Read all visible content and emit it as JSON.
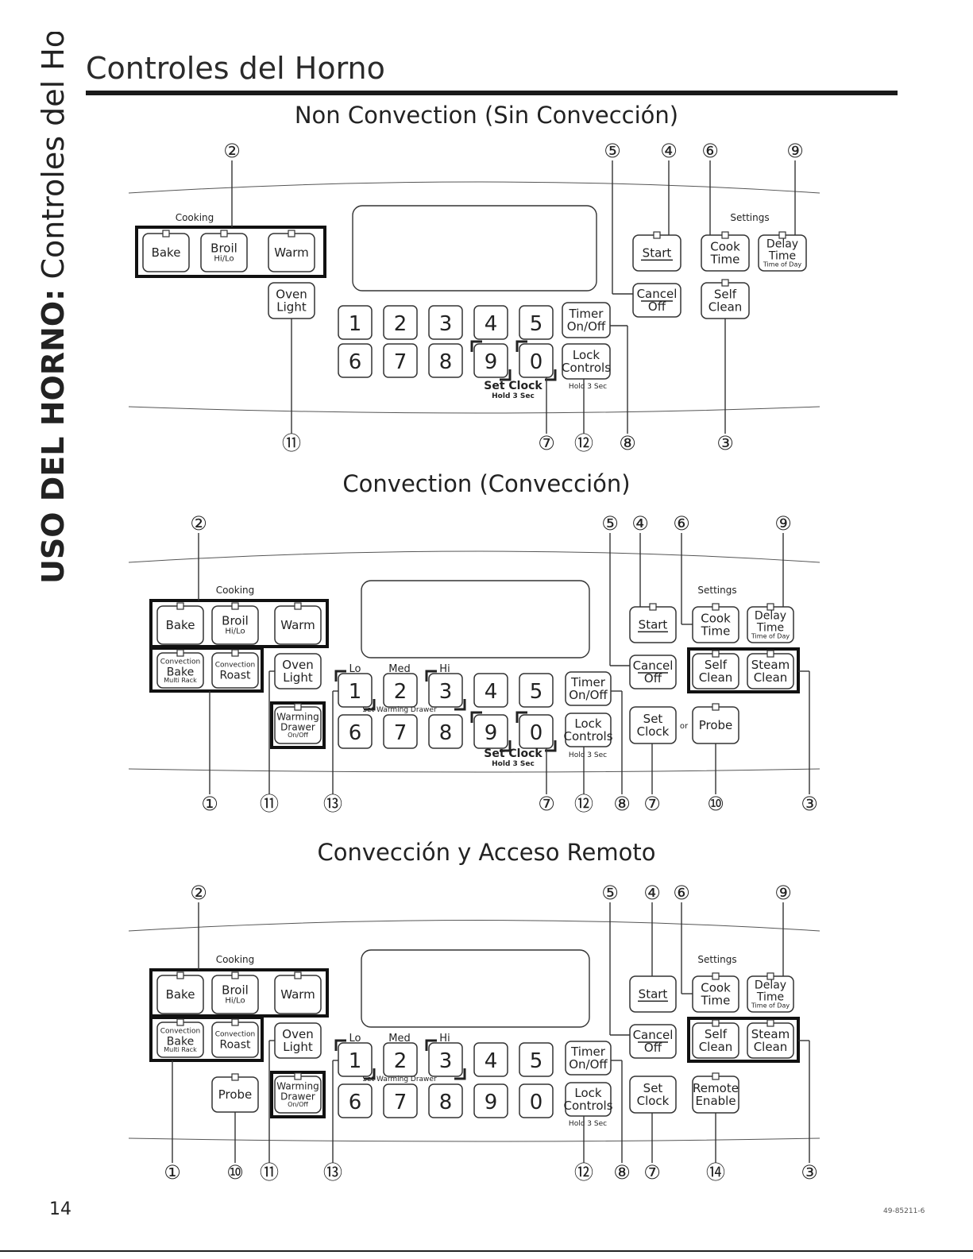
{
  "side_tab": {
    "bold": "USO DEL HORNO:",
    "light": " Controles del Horno"
  },
  "page_title": "Controles del Horno",
  "page_number": "14",
  "doc_code": "49-85211-6",
  "labels": {
    "cooking": "Cooking",
    "settings": "Settings",
    "bake": "Bake",
    "broil": "Broil",
    "hilo": "Hi/Lo",
    "warm": "Warm",
    "oven": "Oven",
    "light": "Light",
    "start": "Start",
    "cancel": "Cancel",
    "off": "Off",
    "cook": "Cook",
    "time": "Time",
    "delay": "Delay",
    "time_of_day": "Time of Day",
    "self": "Self",
    "clean": "Clean",
    "steam": "Steam",
    "timer": "Timer",
    "onoff": "On/Off",
    "lock": "Lock",
    "controls": "Controls",
    "set_clock": "Set Clock",
    "hold3": "Hold 3 Sec",
    "set": "Set",
    "clock": "Clock",
    "probe": "Probe",
    "or": "or",
    "remote": "Remote",
    "enable": "Enable",
    "convection": "Convection",
    "multi_rack": "Multi Rack",
    "roast": "Roast",
    "warming": "Warming",
    "drawer": "Drawer",
    "onoff_small": "On/Off",
    "lo": "Lo",
    "med": "Med",
    "hi": "Hi",
    "set_warming_drawer": "Set Warming Drawer"
  },
  "digits": [
    "1",
    "2",
    "3",
    "4",
    "5",
    "6",
    "7",
    "8",
    "9",
    "0"
  ],
  "callouts": [
    "①",
    "②",
    "③",
    "④",
    "⑤",
    "⑥",
    "⑦",
    "⑧",
    "⑨",
    "⑩",
    "⑪",
    "⑫",
    "⑬",
    "⑭"
  ],
  "sections": [
    {
      "title": "Non Convection (Sin Convección)",
      "variant": "nonconv",
      "top_callouts": [
        "②",
        "⑤",
        "④",
        "⑥",
        "⑨"
      ],
      "bottom_callouts": [
        "⑪",
        "⑦",
        "⑫",
        "⑧",
        "③"
      ]
    },
    {
      "title": "Convection (Convección)",
      "variant": "conv",
      "top_callouts": [
        "②",
        "⑤",
        "④",
        "⑥",
        "⑨"
      ],
      "bottom_callouts": [
        "①",
        "⑪",
        "⑬",
        "⑦",
        "⑫",
        "⑧",
        "⑦",
        "⑩",
        "③"
      ]
    },
    {
      "title": "Convección y Acceso Remoto",
      "variant": "remote",
      "top_callouts": [
        "②",
        "⑤",
        "④",
        "⑥",
        "⑨"
      ],
      "bottom_callouts": [
        "①",
        "⑩",
        "⑪",
        "⑬",
        "⑫",
        "⑧",
        "⑦",
        "⑭",
        "③"
      ]
    }
  ]
}
